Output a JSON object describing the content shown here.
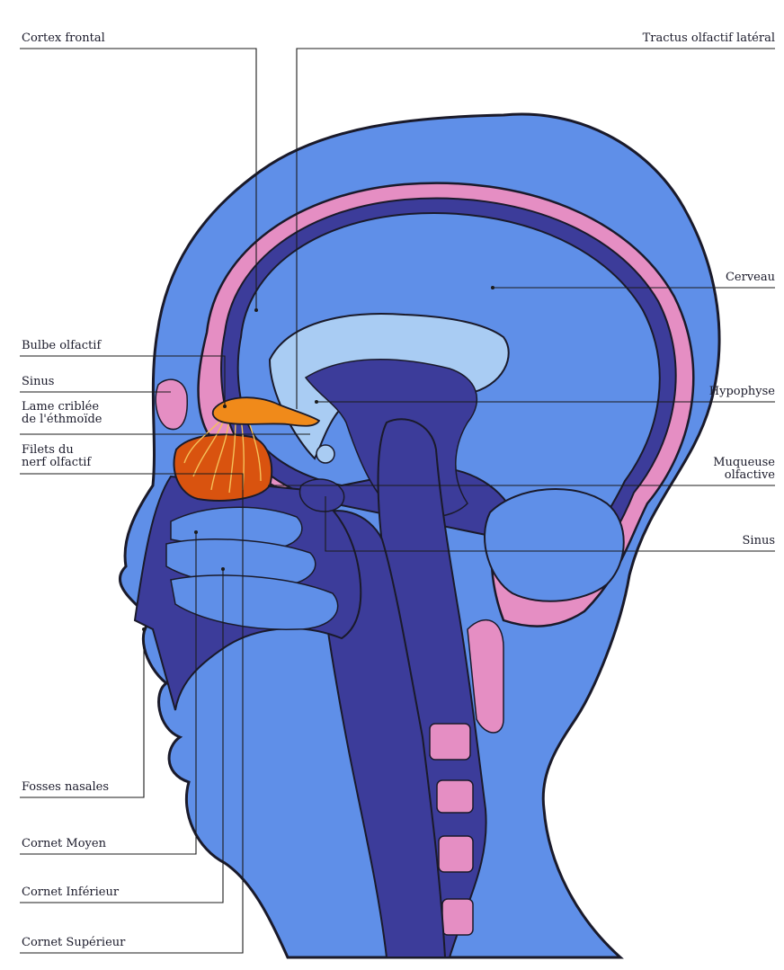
{
  "colors": {
    "head": "#5f8fe8",
    "head_dark": "#3c3c9a",
    "light": "#a9ccf3",
    "pink": "#e58ec3",
    "bulb": "#f08a1a",
    "mucosa": "#d9530f",
    "outline": "#1a1a2a"
  },
  "labels": {
    "cortex_frontal": "Cortex frontal",
    "tractus": "Tractus olfactif latéral",
    "cerveau": "Cerveau",
    "bulbe": "Bulbe olfactif",
    "sinus_left": "Sinus",
    "lame": "Lame criblée\nde l'éthmoïde",
    "filets": "Filets du\nnerf olfactif",
    "hypophyse": "Hypophyse",
    "muqueuse": "Muqueuse\nolfactive",
    "sinus_right": "Sinus",
    "fosses": "Fosses nasales",
    "cornet_moyen": "Cornet Moyen",
    "cornet_inferieur": "Cornet Inférieur",
    "cornet_superieur": "Cornet Supérieur"
  },
  "icons": [
    "head-sagittal-section"
  ]
}
